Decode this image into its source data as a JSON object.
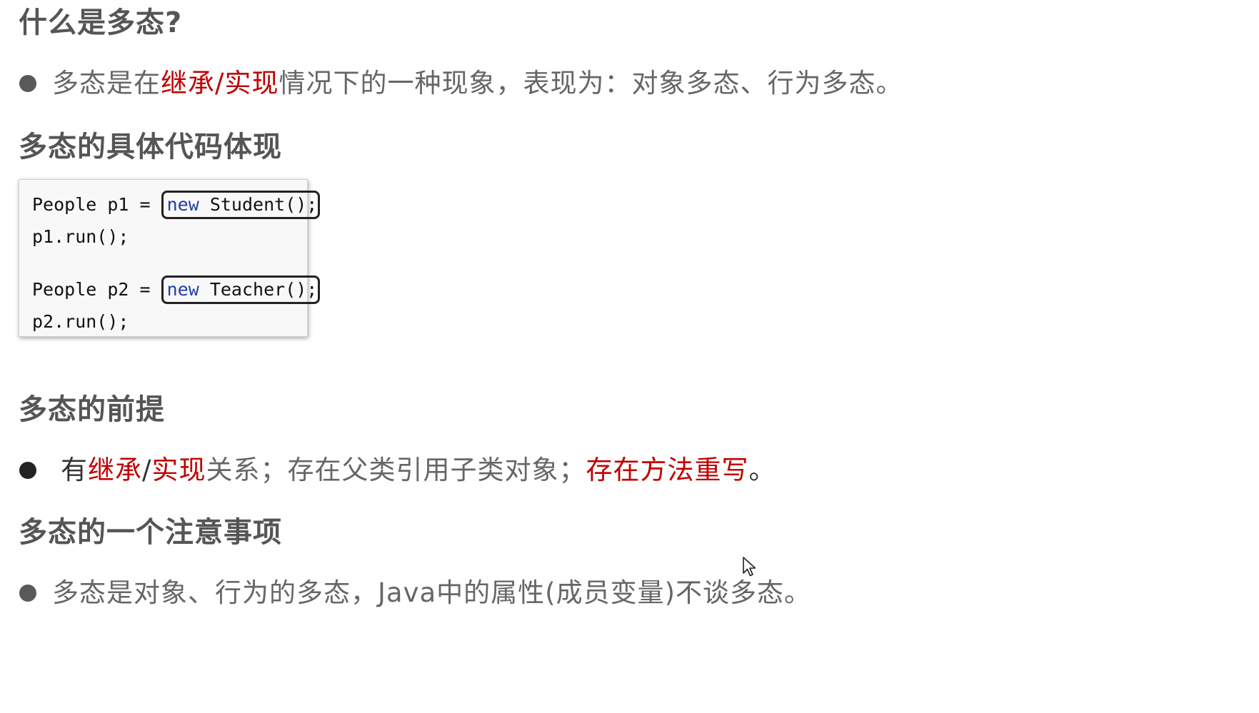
{
  "sections": {
    "what_is": {
      "title": "什么是多态?",
      "bullet": {
        "prefix": "多态是在",
        "red1": "继承/实现",
        "suffix": "情况下的一种现象，表现为：对象多态、行为多态。"
      }
    },
    "code_example": {
      "title": "多态的具体代码体现",
      "lines": [
        {
          "before": "People p1 = ",
          "keyword": "new",
          "after": " Student();"
        },
        {
          "text": "p1.run();"
        },
        {
          "before": "People p2 = ",
          "keyword": "new",
          "after": " Teacher();"
        },
        {
          "text": "p2.run();"
        }
      ]
    },
    "premise": {
      "title": "多态的前提",
      "bullet": {
        "p1": "有",
        "red1": "继承",
        "sep": "/",
        "red2": "实现",
        "p2": "关系；存在父类引用子类对象；",
        "red3": "存在方法重写",
        "p3": "。"
      }
    },
    "note": {
      "title": "多态的一个注意事项",
      "bullet": {
        "text": "多态是对象、行为的多态，Java中的属性(成员变量)不谈多态。"
      }
    }
  },
  "colors": {
    "heading": "#555555",
    "body_text": "#666666",
    "emphasis_red": "#c00000",
    "code_keyword": "#1f3fa8",
    "code_background": "#f8f8f8"
  },
  "icons": {
    "cursor": "mouse-pointer-icon"
  }
}
